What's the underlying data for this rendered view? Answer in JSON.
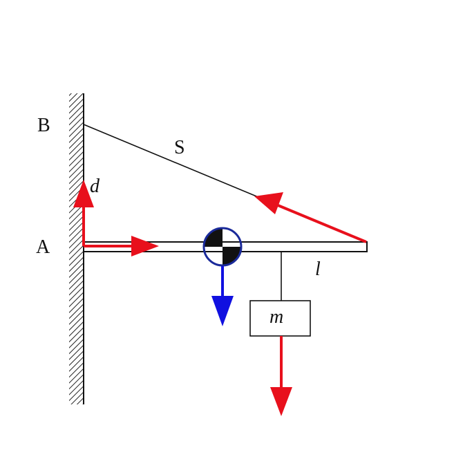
{
  "labels": {
    "B": "B",
    "S": "S",
    "d": "d",
    "A": "A",
    "l": "l",
    "m": "m"
  },
  "colors": {
    "force_red": "#e8101c",
    "gravity_blue": "#1010e0",
    "cog_circle": "#1a2a9a",
    "line": "#111111"
  }
}
